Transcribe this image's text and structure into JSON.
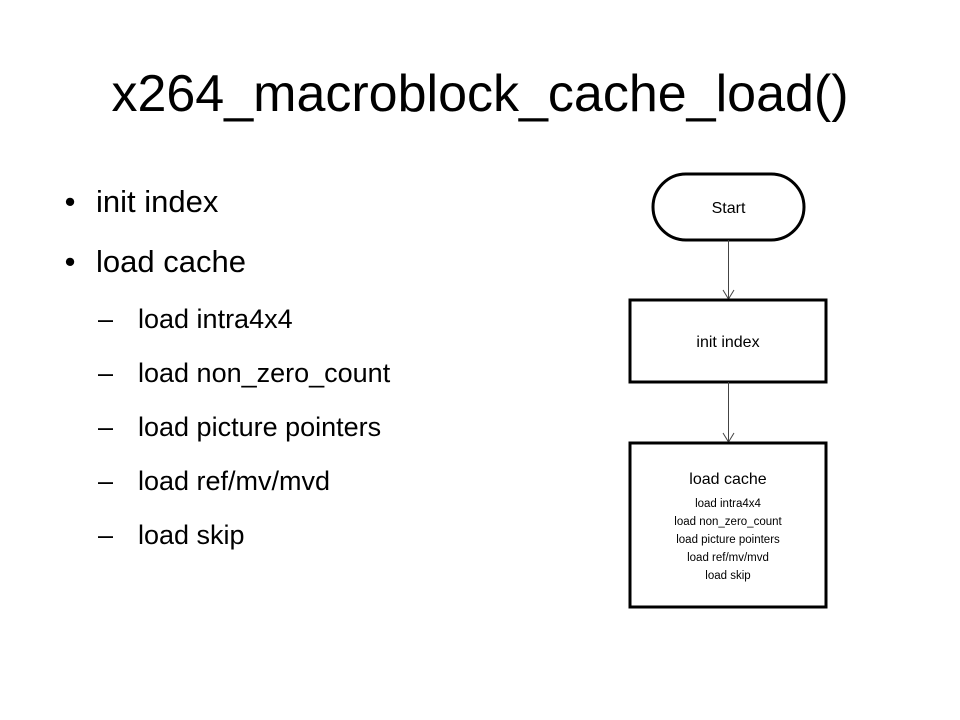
{
  "slide": {
    "title": "x264_macroblock_cache_load()",
    "bullets": [
      {
        "text": "init index",
        "sub": []
      },
      {
        "text": "load cache",
        "sub": [
          "load intra4x4",
          "load non_zero_count",
          "load picture pointers",
          "load ref/mv/mvd",
          "load skip"
        ]
      }
    ],
    "bullet_glyph": "•",
    "sub_glyph": "–"
  },
  "flowchart": {
    "start_label": "Start",
    "init_label": "init index",
    "cache_label": "load cache",
    "cache_details": [
      "load intra4x4",
      "load non_zero_count",
      "load picture pointers",
      "load ref/mv/mvd",
      "load skip"
    ]
  }
}
